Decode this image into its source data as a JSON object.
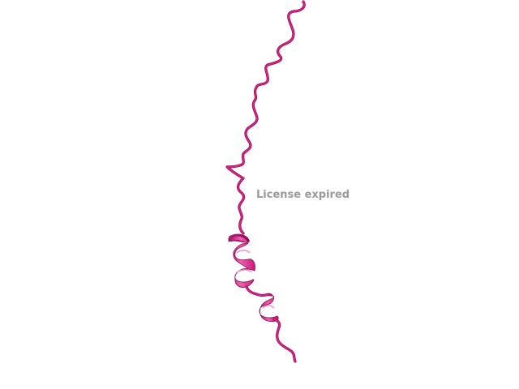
{
  "viewer": {
    "watermark_text": "License expired",
    "colors": {
      "background": "#ffffff",
      "cartoon_primary": "#e0208a",
      "cartoon_shadow": "#a0105e",
      "cartoon_highlight": "#f060b0",
      "watermark": "#9a9a9a"
    },
    "rendering": {
      "representation": "cartoon",
      "segments": [
        "coil",
        "helix",
        "coil",
        "helix",
        "coil"
      ]
    }
  }
}
